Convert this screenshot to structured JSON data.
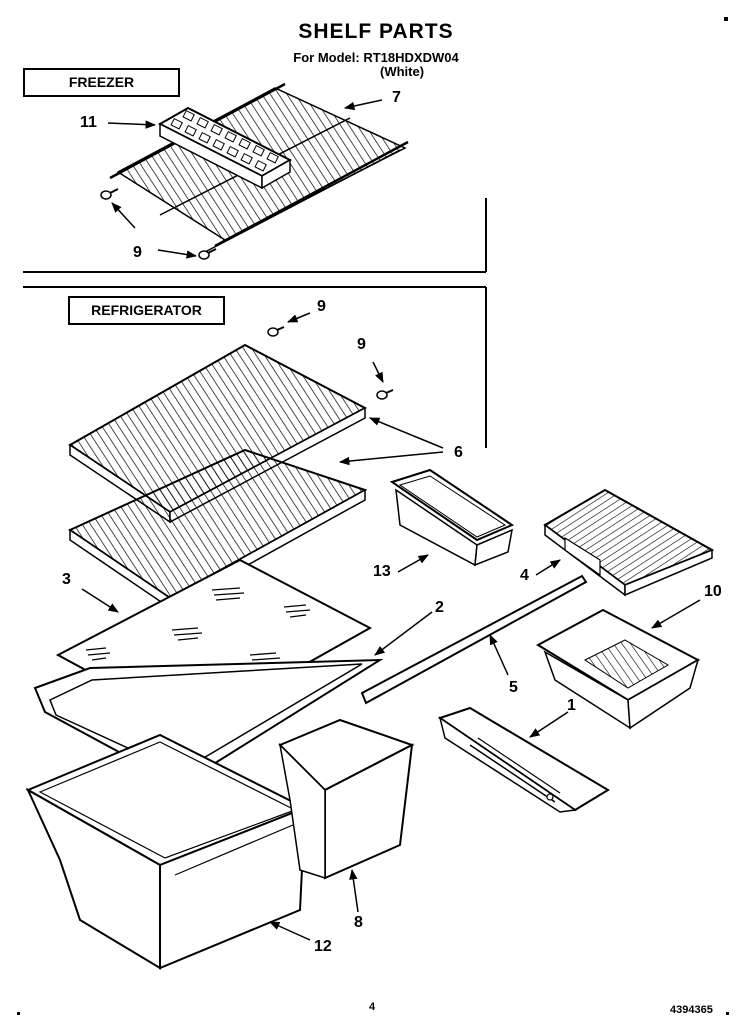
{
  "title": "SHELF PARTS",
  "model_line": "For Model: RT18HDXDW04",
  "variant": "(White)",
  "sections": {
    "freezer": "FREEZER",
    "refrigerator": "REFRIGERATOR"
  },
  "callouts": {
    "c11": "11",
    "c7": "7",
    "c9a": "9",
    "c9b": "9",
    "c9c": "9",
    "c6": "6",
    "c3": "3",
    "c13": "13",
    "c4": "4",
    "c10": "10",
    "c2": "2",
    "c5": "5",
    "c1": "1",
    "c8": "8",
    "c12": "12"
  },
  "footer": {
    "page_number": "4",
    "doc_number": "4394365"
  }
}
